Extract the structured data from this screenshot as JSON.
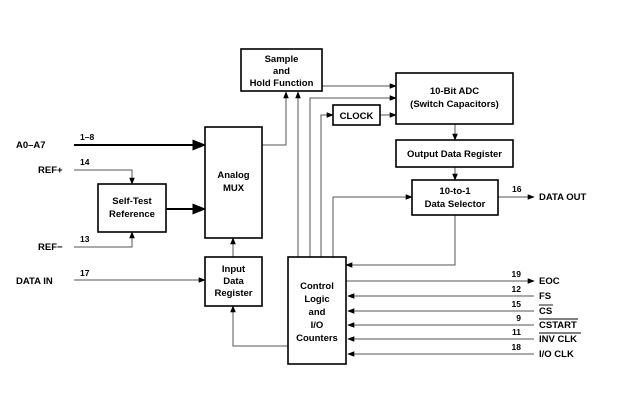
{
  "blocks": {
    "sample_hold": [
      "Sample",
      "and",
      "Hold Function"
    ],
    "adc": [
      "10-Bit ADC",
      "(Switch Capacitors)"
    ],
    "clock": [
      "CLOCK"
    ],
    "output_register": [
      "Output Data Register"
    ],
    "analog_mux": [
      "Analog",
      "MUX"
    ],
    "self_test": [
      "Self-Test",
      "Reference"
    ],
    "data_selector": [
      "10-to-1",
      "Data Selector"
    ],
    "input_register": [
      "Input",
      "Data",
      "Register"
    ],
    "control_logic": [
      "Control",
      "Logic",
      "and",
      "I/O",
      "Counters"
    ]
  },
  "left_signals": [
    {
      "label": "A0–A7",
      "pin": "1–8"
    },
    {
      "label": "REF+",
      "pin": "14"
    },
    {
      "label": "REF−",
      "pin": "13"
    },
    {
      "label": "DATA IN",
      "pin": "17"
    }
  ],
  "data_out": {
    "label": "DATA OUT",
    "pin": "16"
  },
  "right_signals": [
    {
      "pin": "19",
      "label": "EOC",
      "overbar": false
    },
    {
      "pin": "12",
      "label": "FS",
      "overbar": false
    },
    {
      "pin": "15",
      "label": "CS",
      "overbar": true
    },
    {
      "pin": "9",
      "label": "CSTART",
      "overbar": true
    },
    {
      "pin": "11",
      "label": "INV CLK",
      "overbar": true
    },
    {
      "pin": "18",
      "label": "I/O CLK",
      "overbar": false
    }
  ]
}
